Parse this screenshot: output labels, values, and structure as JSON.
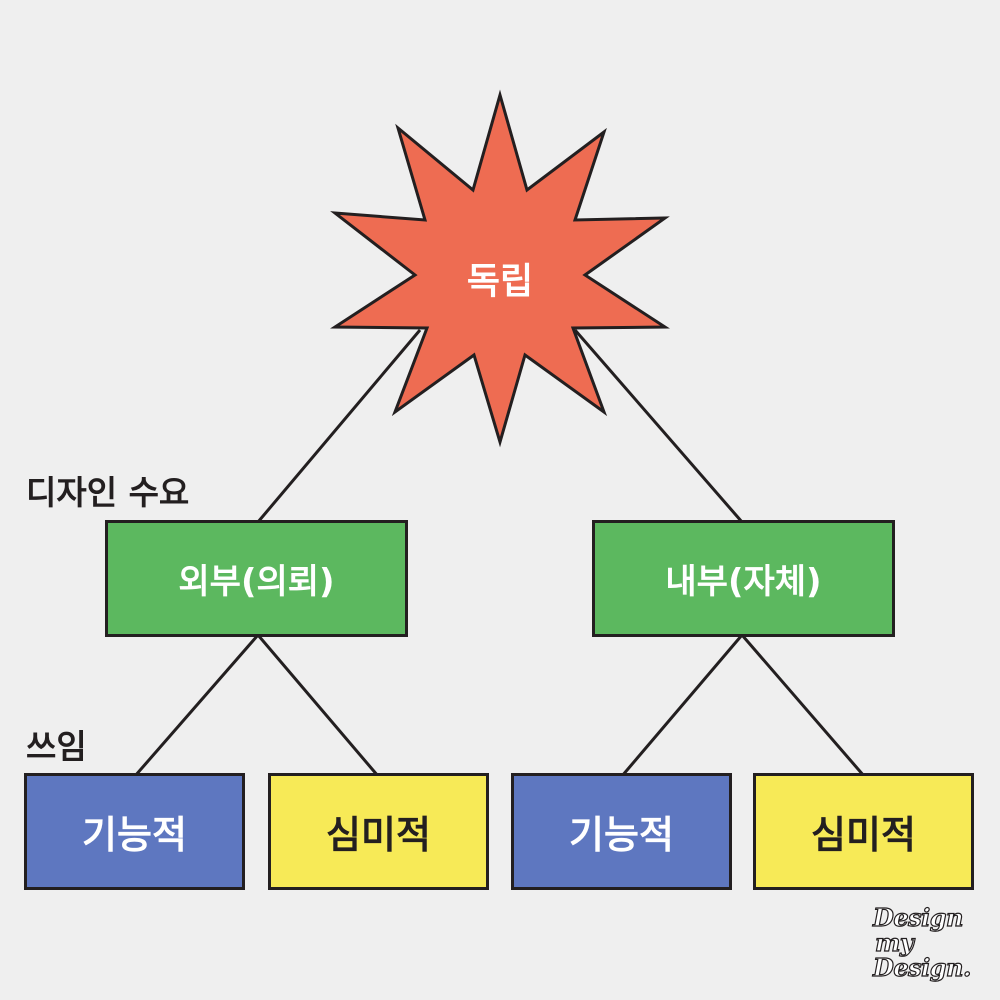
{
  "diagram": {
    "root": {
      "label": "독립",
      "color": "#ee6c52"
    },
    "level_labels": {
      "demand": "디자인 수요",
      "usage": "쓰임"
    },
    "demand": [
      {
        "label": "외부(의뢰)",
        "color": "#5cb85f"
      },
      {
        "label": "내부(자체)",
        "color": "#5cb85f"
      }
    ],
    "usage": [
      {
        "label": "기능적",
        "color": "#5e77c0"
      },
      {
        "label": "심미적",
        "color": "#f7ea57"
      },
      {
        "label": "기능적",
        "color": "#5e77c0"
      },
      {
        "label": "심미적",
        "color": "#f7ea57"
      }
    ],
    "line_color": "#231f20"
  },
  "logo": {
    "line1": "Design",
    "line2": "my",
    "line3": "Design."
  },
  "background": "#efefef"
}
